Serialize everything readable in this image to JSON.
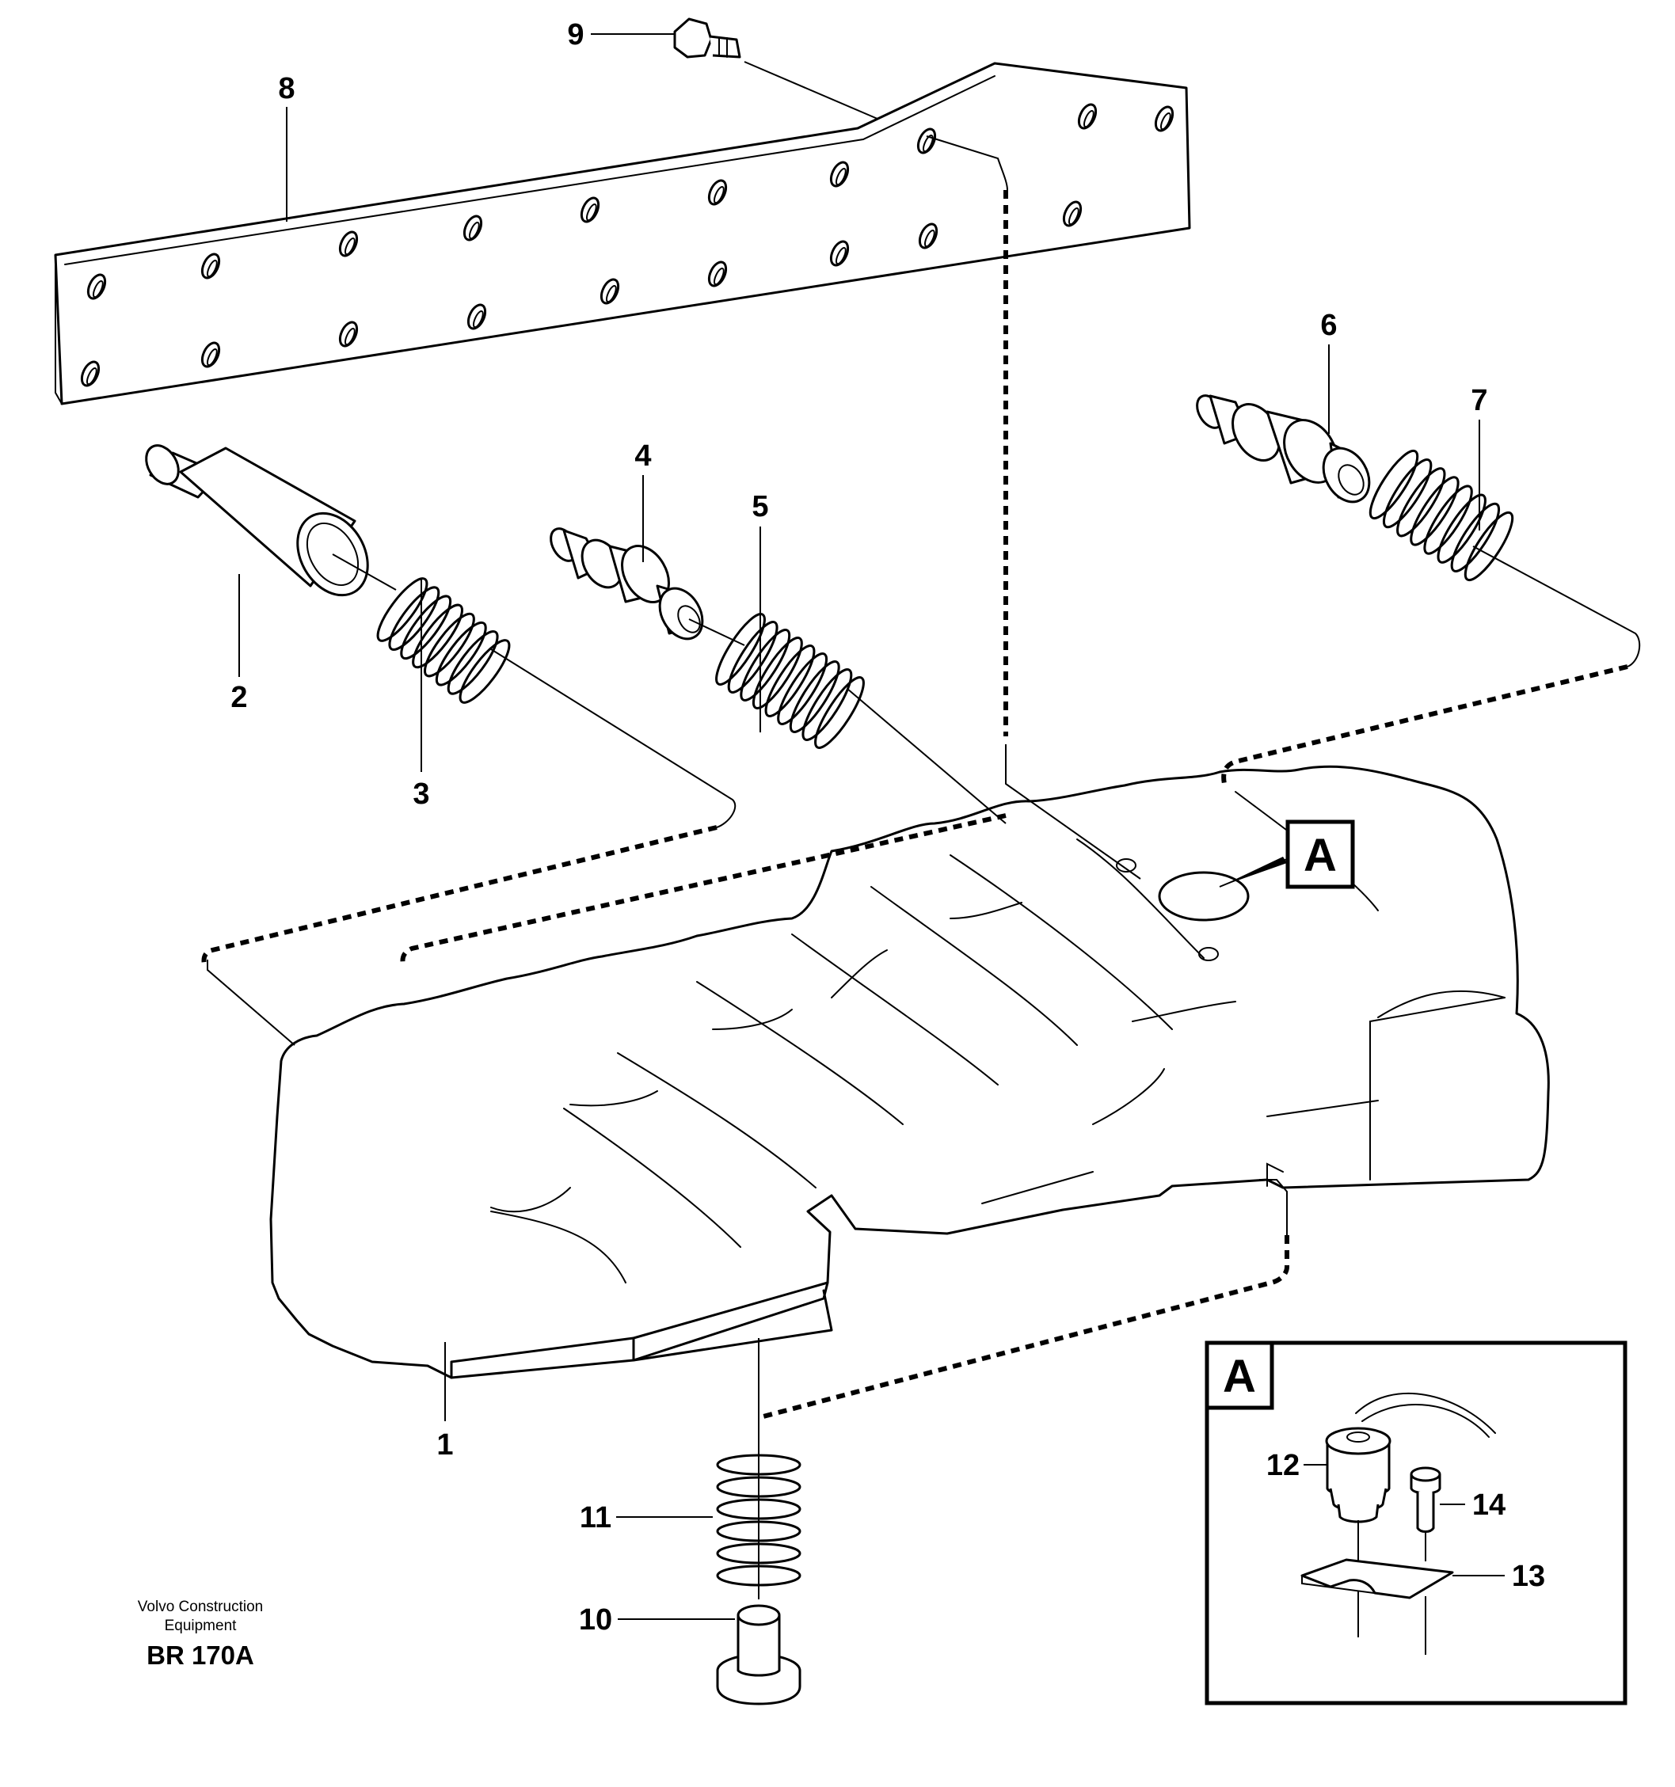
{
  "diagram": {
    "callouts": [
      {
        "id": "c1",
        "text": "1"
      },
      {
        "id": "c2",
        "text": "2"
      },
      {
        "id": "c3",
        "text": "3"
      },
      {
        "id": "c4",
        "text": "4"
      },
      {
        "id": "c5",
        "text": "5"
      },
      {
        "id": "c6",
        "text": "6"
      },
      {
        "id": "c7",
        "text": "7"
      },
      {
        "id": "c8",
        "text": "8"
      },
      {
        "id": "c9",
        "text": "9"
      },
      {
        "id": "c10",
        "text": "10"
      },
      {
        "id": "c11",
        "text": "11"
      },
      {
        "id": "c12",
        "text": "12"
      },
      {
        "id": "c13",
        "text": "13"
      },
      {
        "id": "c14",
        "text": "14"
      }
    ],
    "detail_marker": "A",
    "inset_label": "A"
  },
  "footer": {
    "company_line1": "Volvo Construction",
    "company_line2": "Equipment",
    "drawing_code": "BR 170A"
  },
  "style": {
    "line_color": "#000000",
    "background": "#ffffff"
  }
}
